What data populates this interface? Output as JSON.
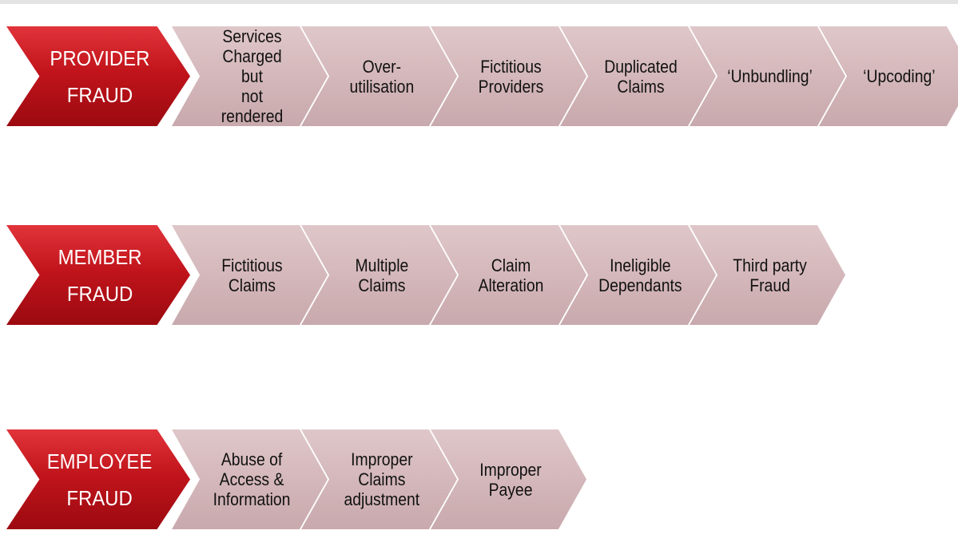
{
  "rows": [
    {
      "head": "PROVIDER\nFRAUD",
      "steps": [
        "Services\nCharged but\nnot rendered",
        "Over-\nutilisation",
        "Fictitious\nProviders",
        "Duplicated\nClaims",
        "‘Unbundling’",
        "‘Upcoding’"
      ]
    },
    {
      "head": "MEMBER\nFRAUD",
      "steps": [
        "Fictitious\nClaims",
        "Multiple\nClaims",
        "Claim\nAlteration",
        "Ineligible\nDependants",
        "Third party\nFraud"
      ]
    },
    {
      "head": "EMPLOYEE\nFRAUD",
      "steps": [
        "Abuse of\nAccess &\nInformation",
        "Improper\nClaims\nadjustment",
        "Improper\nPayee"
      ]
    }
  ],
  "colors": {
    "head_fill": "#c1141b",
    "step_fill": "#d3b6b9",
    "head_text": "#ffffff",
    "step_text": "#111111"
  }
}
